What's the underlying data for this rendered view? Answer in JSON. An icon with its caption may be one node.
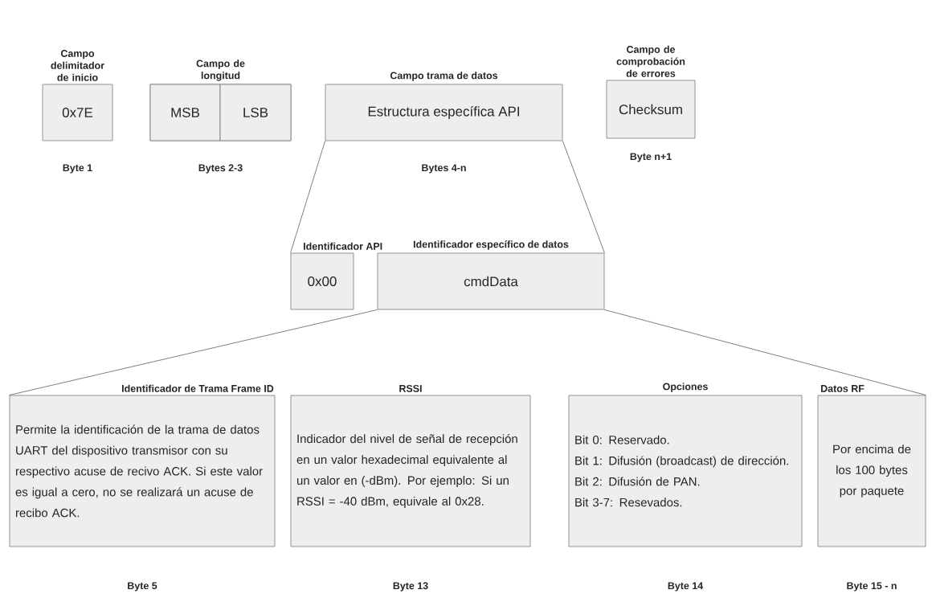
{
  "diagram": {
    "nodes": [
      {
        "text": [
          "Campo delimitador de inicio",
          "0x7E"
        ],
        "beside": [
          "Byte 1"
        ]
      },
      {
        "text": [
          "Campo de longitud"
        ],
        "beside": [
          "Bytes 2-3"
        ]
      },
      {
        "text": [
          "MSB"
        ],
        "in": 1
      },
      {
        "text": [
          "LSB"
        ],
        "in": 1
      },
      {
        "text": [
          "Campo trama de datos",
          "Estructura específica API"
        ],
        "beside": [
          "Bytes 4-n"
        ]
      },
      {
        "text": [
          "Campo de comprobación de errores",
          "Checksum"
        ],
        "beside": [
          "Byte n+1"
        ]
      },
      {
        "text": [
          "Identificador API",
          "0x00"
        ]
      },
      {
        "text": [
          "Identificador específico de datos",
          "cmdData"
        ]
      },
      {
        "text": [
          "Identificador de Trama Frame ID",
          "Permite la identificación de la trama de datos UART del dispositivo transmisor con su respectivo acuse de recivo ACK. Si este valor es igual a cero, no se realizará un acuse de recibo ACK."
        ],
        "beside": [
          "Byte 5"
        ]
      },
      {
        "text": [
          "RSSI",
          "Indicador del nivel de señal de recepción en un valor hexadecimal equivalente al un valor en (-dBm). Por ejemplo: Si un RSSI = -40 dBm, equivale al 0x28."
        ],
        "beside": [
          "Byte 13"
        ]
      },
      {
        "text": [
          "Opciones",
          "Bit 0: Reservado.",
          "Bit 1: Difusión (broadcast) de dirección.",
          "Bit 2: Difusión de PAN.",
          "Bit 3-7: Resevados."
        ],
        "beside": [
          "Byte 14"
        ]
      },
      {
        "text": [
          "Datos RF",
          "Por encima de los 100 bytes por paquete"
        ],
        "beside": [
          "Byte 15 - n"
        ]
      }
    ],
    "edges": [
      {
        "from": 4,
        "to": 6,
        "arrow": "none"
      },
      {
        "from": 4,
        "to": 7,
        "arrow": "none"
      },
      {
        "from": 7,
        "to": 8,
        "arrow": "none"
      },
      {
        "from": 7,
        "to": 11,
        "arrow": "none"
      }
    ]
  }
}
